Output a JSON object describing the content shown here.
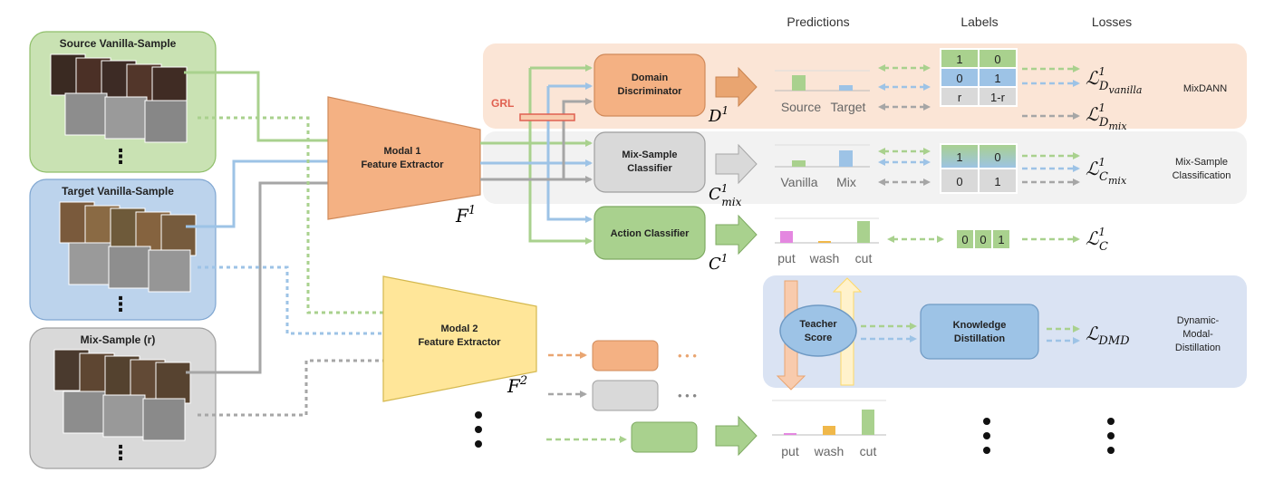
{
  "colors": {
    "source": "#c9e2b3",
    "source_border": "#8fbf6a",
    "target": "#bcd3ec",
    "target_border": "#7fa6d1",
    "mix": "#d9d9d9",
    "mix_border": "#a0a0a0",
    "green": "#a9d18e",
    "blue": "#9dc3e6",
    "gray": "#a6a6a6",
    "orange": "#e9a571",
    "yellow": "#ffe699",
    "band_orange": "#fbe5d6",
    "band_gray": "#f2f2f2",
    "band_blue": "#dae3f3",
    "grl": "#e06050"
  },
  "headers": {
    "predictions": "Predictions",
    "labels": "Labels",
    "losses": "Losses"
  },
  "inputs": {
    "source": "Source Vanilla-Sample",
    "target": "Target Vanilla-Sample",
    "mix": "Mix-Sample (r)",
    "dots": "⋮"
  },
  "extractors": {
    "modal1": [
      "Modal 1",
      "Feature Extractor"
    ],
    "modal2": [
      "Modal 2",
      "Feature Extractor"
    ],
    "f1": "F",
    "f1_sup": "1",
    "f2": "F",
    "f2_sup": "2"
  },
  "grl": "GRL",
  "modules": {
    "domain": [
      "Domain",
      "Discriminator"
    ],
    "mixsample": [
      "Mix-Sample",
      "Classifier"
    ],
    "action": "Action Classifier",
    "teacher": [
      "Teacher",
      "Score"
    ],
    "kd": [
      "Knowledge",
      "Distillation"
    ]
  },
  "module_symbols": {
    "d1": "D",
    "d1_sup": "1",
    "cmix": "C",
    "cmix_sup": "1",
    "cmix_sub": "mix",
    "c1": "C",
    "c1_sup": "1"
  },
  "predictions": {
    "domain_labels": [
      "Source",
      "Target"
    ],
    "mix_labels": [
      "Vanilla",
      "Mix"
    ],
    "action_labels": [
      "put",
      "wash",
      "cut"
    ]
  },
  "label_tables": {
    "domain": [
      [
        "1",
        "0"
      ],
      [
        "0",
        "1"
      ],
      [
        "r",
        "1-r"
      ]
    ],
    "mix": [
      [
        "1",
        "0"
      ],
      [
        "0",
        "1"
      ]
    ],
    "action": [
      "0",
      "0",
      "1"
    ]
  },
  "losses": {
    "vanilla": {
      "base": "ℒ",
      "sup": "1",
      "sub": "D",
      "subsub": "vanilla"
    },
    "mix": {
      "base": "ℒ",
      "sup": "1",
      "sub": "D",
      "subsub": "mix"
    },
    "cmix": {
      "base": "ℒ",
      "sup": "1",
      "sub": "C",
      "subsub": "mix"
    },
    "c": {
      "base": "ℒ",
      "sup": "1",
      "sub": "C"
    },
    "dmd": {
      "base": "ℒ",
      "sub": "DMD"
    }
  },
  "row_labels": {
    "mixdann": "MixDANN",
    "mixsample": [
      "Mix-Sample",
      "Classification"
    ],
    "dmd": [
      "Dynamic-",
      "Modal-",
      "Distillation"
    ]
  },
  "ellipsis": "• • •",
  "vdots": "⋮"
}
